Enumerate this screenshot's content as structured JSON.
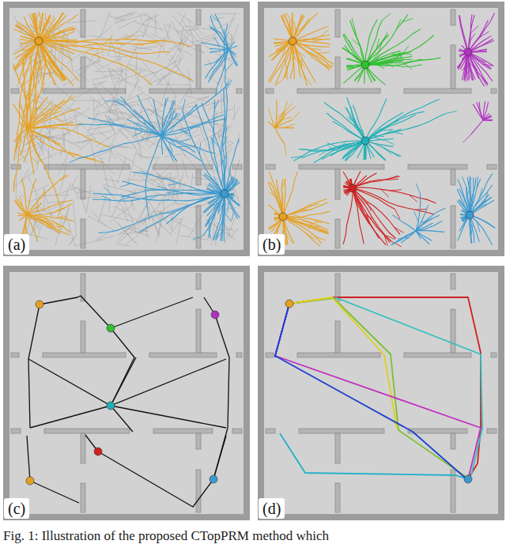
{
  "diagram": {
    "caption": "Fig. 1: Illustration of the proposed CTopPRM method which",
    "labels": [
      "(a)",
      "(b)",
      "(c)",
      "(d)"
    ]
  }
}
